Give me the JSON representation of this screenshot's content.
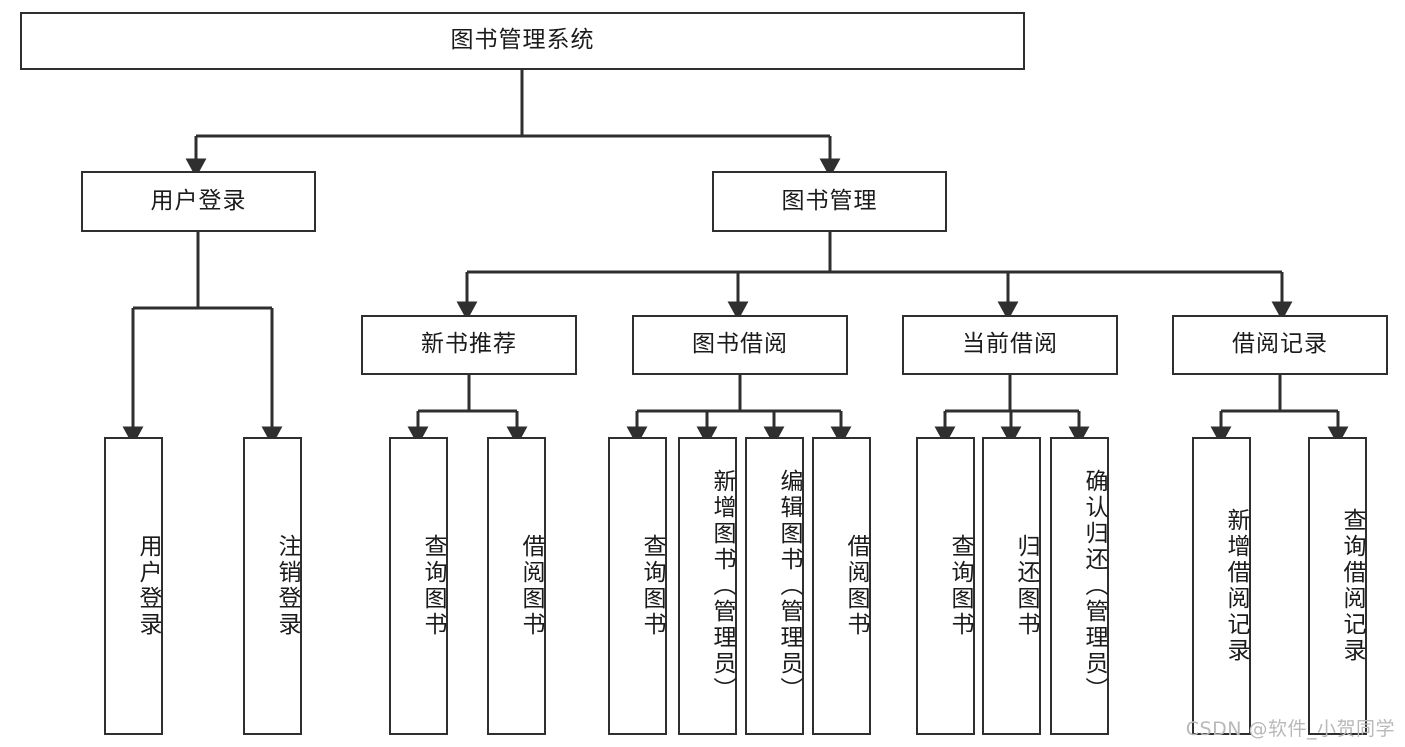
{
  "diagram": {
    "title": "图书管理系统",
    "type": "tree-hierarchy-diagram",
    "colors": {
      "stroke": "#2f2f2f",
      "fill": "#ffffff",
      "text": "#1b1b1b",
      "watermark": "#b9b9b9"
    },
    "root": {
      "label": "图书管理系统"
    },
    "level2": [
      {
        "label": "用户登录"
      },
      {
        "label": "图书管理"
      }
    ],
    "level3": [
      {
        "label": "新书推荐"
      },
      {
        "label": "图书借阅"
      },
      {
        "label": "当前借阅"
      },
      {
        "label": "借阅记录"
      }
    ],
    "leaves": {
      "user_login": [
        {
          "label": "用户登录"
        },
        {
          "label": "注销登录"
        }
      ],
      "new_book_recommend": [
        {
          "label": "查询图书"
        },
        {
          "label": "借阅图书"
        }
      ],
      "book_borrow": [
        {
          "label": "查询图书"
        },
        {
          "label": "新增图书（管理员）"
        },
        {
          "label": "编辑图书（管理员）"
        },
        {
          "label": "借阅图书"
        }
      ],
      "current_borrow": [
        {
          "label": "查询图书"
        },
        {
          "label": "归还图书"
        },
        {
          "label": "确认归还（管理员）"
        }
      ],
      "borrow_record": [
        {
          "label": "新增借阅记录"
        },
        {
          "label": "查询借阅记录"
        }
      ]
    },
    "watermark": "CSDN @软件_小贺同学"
  }
}
